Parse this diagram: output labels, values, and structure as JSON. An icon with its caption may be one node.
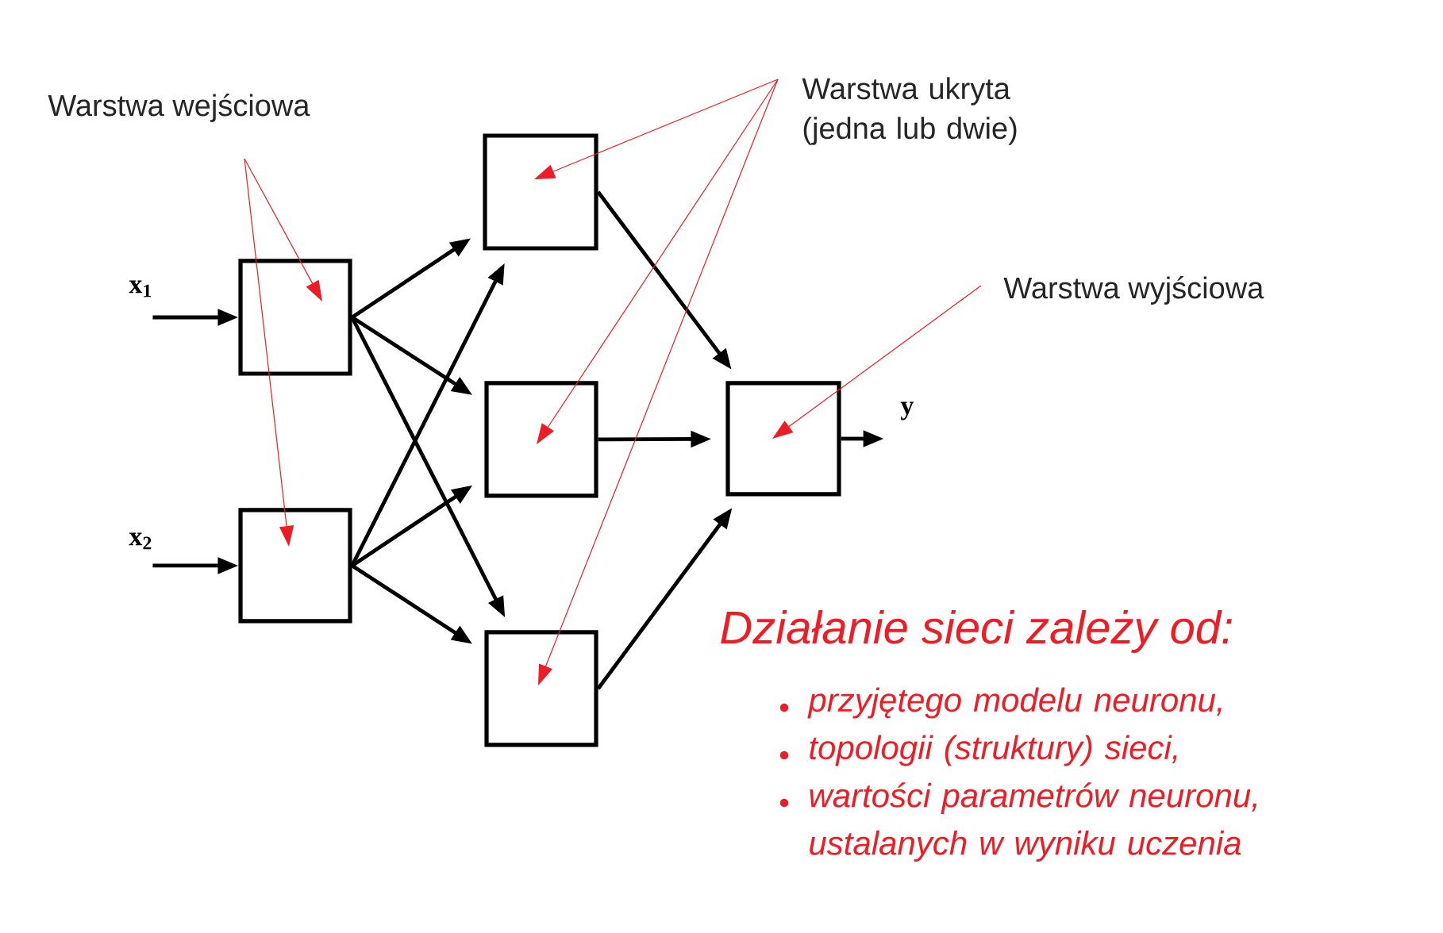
{
  "diagram": {
    "nodes": [
      {
        "text": [
          "Warstwa wejściowa"
        ]
      },
      {
        "text": [
          "Warstwa ukryta (jedna lub dwie)"
        ]
      },
      {
        "text": [
          "Warstwa wyjściowa"
        ]
      },
      {
        "text": [],
        "shape": "box"
      },
      {
        "text": [],
        "shape": "box"
      },
      {
        "text": [],
        "shape": "box"
      },
      {
        "text": [],
        "shape": "box"
      },
      {
        "text": [],
        "shape": "box"
      },
      {
        "text": [],
        "shape": "box"
      }
    ],
    "edges": [
      {
        "from": null,
        "to": 3,
        "arrow": "to"
      },
      {
        "from": null,
        "to": 4,
        "arrow": "to"
      },
      {
        "from": 3,
        "to": 5,
        "arrow": "to"
      },
      {
        "from": 3,
        "to": 6,
        "arrow": "to"
      },
      {
        "from": 3,
        "to": 7,
        "arrow": "to"
      },
      {
        "from": 4,
        "to": 5,
        "arrow": "to"
      },
      {
        "from": 4,
        "to": 6,
        "arrow": "to"
      },
      {
        "from": 4,
        "to": 7,
        "arrow": "to"
      },
      {
        "from": 5,
        "to": 8,
        "arrow": "to"
      },
      {
        "from": 6,
        "to": 8,
        "arrow": "to"
      },
      {
        "from": 7,
        "to": 8,
        "arrow": "to"
      },
      {
        "from": 8,
        "to": null,
        "arrow": "to"
      },
      {
        "from": 0,
        "to": 3,
        "arrow": "to",
        "color": "#ee1c25"
      },
      {
        "from": 0,
        "to": 4,
        "arrow": "to",
        "color": "#ee1c25"
      },
      {
        "from": 1,
        "to": 5,
        "arrow": "to",
        "color": "#ee1c25"
      },
      {
        "from": 1,
        "to": 6,
        "arrow": "to",
        "color": "#ee1c25"
      },
      {
        "from": 1,
        "to": 7,
        "arrow": "to",
        "color": "#ee1c25"
      },
      {
        "from": 2,
        "to": 8,
        "arrow": "to",
        "color": "#ee1c25"
      }
    ],
    "labels": [
      "x$_{1}$",
      "x$_{2}$",
      "y",
      "Działanie sieci zależy od:",
      "przyjętego modelu neuronu,",
      "topologii (struktury) sieci,",
      "wartości parametrów neuronu, ustalanych w wyniku uczenia"
    ]
  }
}
